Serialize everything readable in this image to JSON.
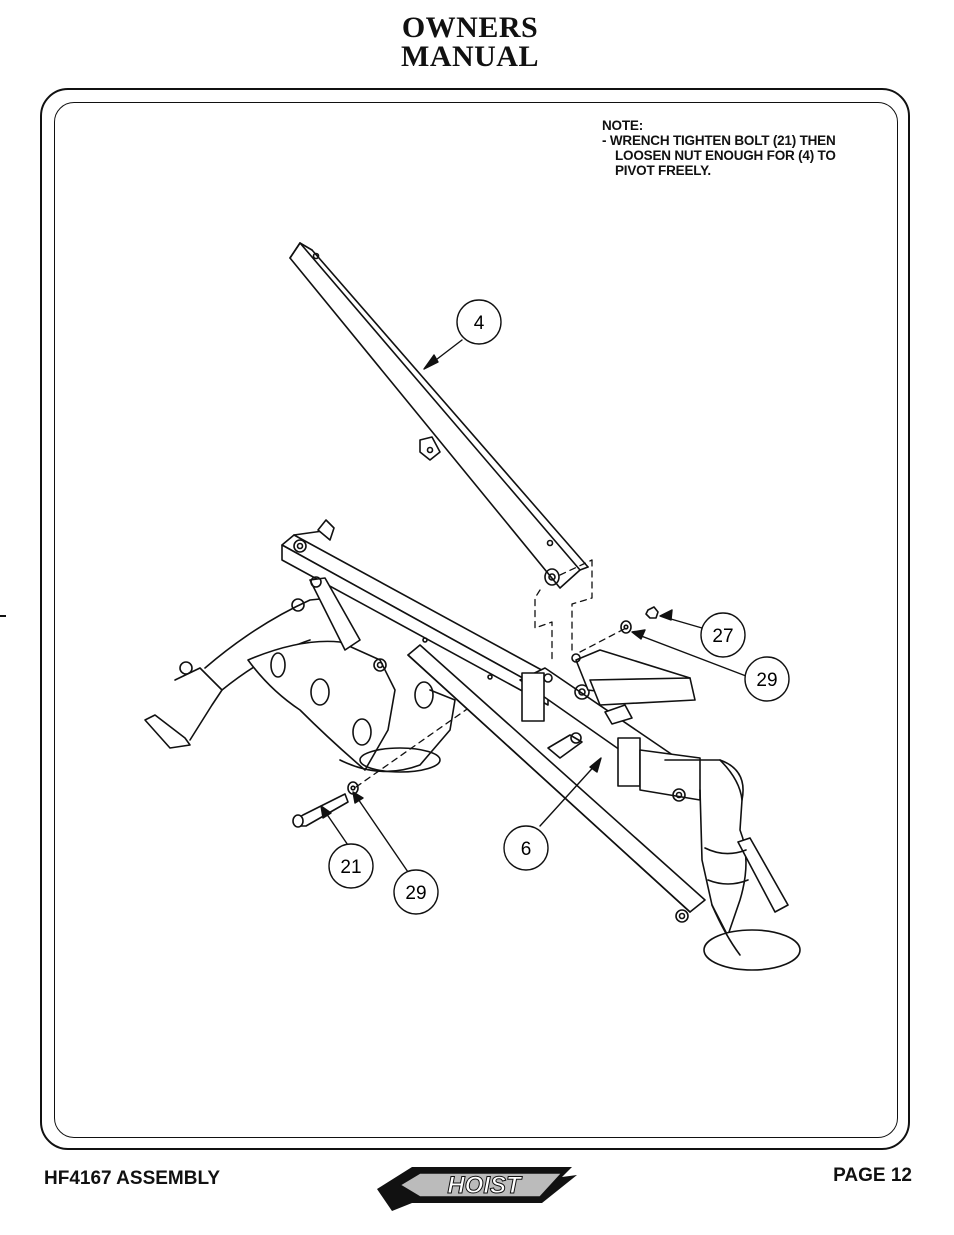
{
  "header": {
    "title_line1": "OWNERS",
    "title_line2": "MANUAL"
  },
  "note": {
    "heading": "NOTE:",
    "line1": "-  WRENCH TIGHTEN BOLT (21) THEN",
    "line2": "LOOSEN NUT ENOUGH FOR (4) TO",
    "line3": "PIVOT FREELY."
  },
  "callouts": {
    "part_4": "4",
    "part_27": "27",
    "part_29_upper": "29",
    "part_6": "6",
    "part_21": "21",
    "part_29_lower": "29"
  },
  "footer": {
    "left": "HF4167 ASSEMBLY",
    "right": "PAGE 12",
    "logo_text": "HOIST"
  }
}
